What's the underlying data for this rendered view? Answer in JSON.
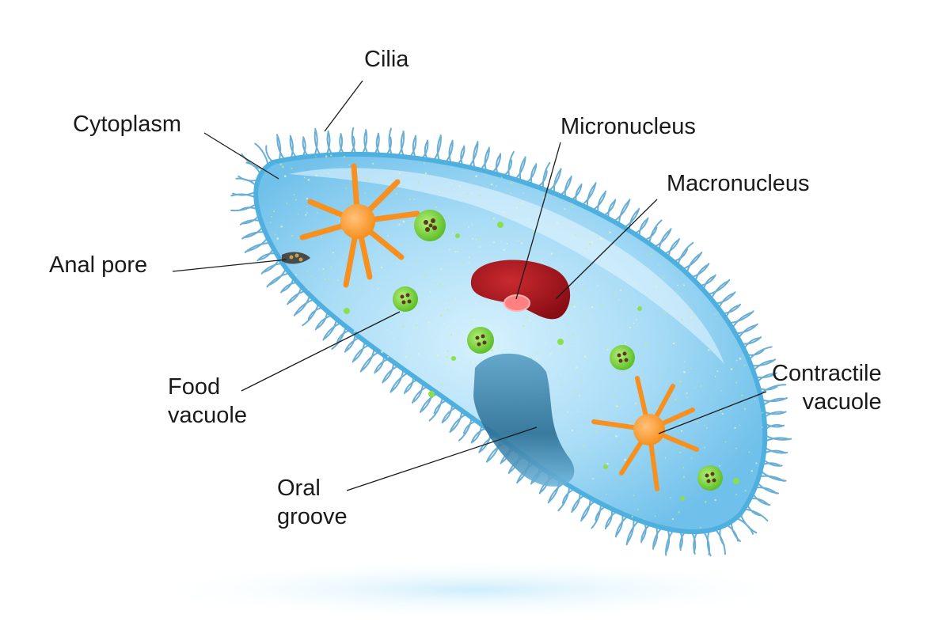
{
  "labels": {
    "cilia": "Cilia",
    "cytoplasm": "Cytoplasm",
    "micronucleus": "Micronucleus",
    "macronucleus": "Macronucleus",
    "anal_pore": "Anal pore",
    "food_vacuole": [
      "Food",
      "vacuole"
    ],
    "contractile_vacuole": [
      "Contractile",
      "vacuole"
    ],
    "oral_groove": [
      "Oral",
      "groove"
    ]
  },
  "colors": {
    "membrane": "#5ab4e0",
    "cell_body": "#a8dcf6",
    "cilia": "#6aaed4",
    "macronucleus": "#a3121b",
    "micronucleus": "#ff8080",
    "contractile_vacuole": "#f7901e",
    "food_vacuole": "#7fd13b",
    "oral_groove": "#2c6f95",
    "leader_line": "#1a1a1a"
  }
}
